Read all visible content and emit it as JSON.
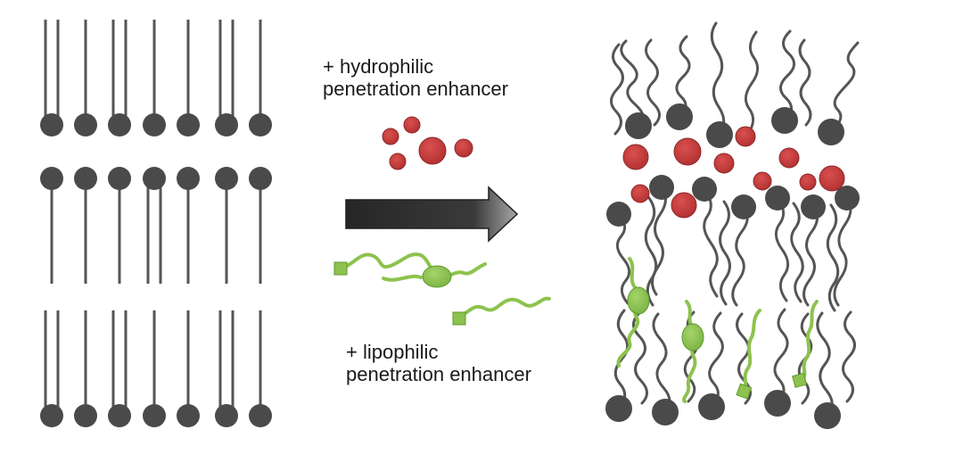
{
  "labels": {
    "hydrophilic_line1": "+ hydrophilic",
    "hydrophilic_line2": "penetration enhancer",
    "lipophilic_line1": "+ lipophilic",
    "lipophilic_line2": "penetration enhancer"
  },
  "colors": {
    "lipid_head": "#4a4a4a",
    "lipid_tail": "#555555",
    "hydrophilic_enhancer": "#c0393b",
    "hydrophilic_outline": "#8e2a2b",
    "lipophilic_enhancer": "#8dc24e",
    "lipophilic_dark": "#5e9a2e",
    "arrow_dark": "#2e2e2e",
    "arrow_light": "#9a9a9a"
  },
  "icons": {
    "arrow": "right-arrow-icon",
    "hydrophilic_molecule": "red-sphere-icon",
    "lipophilic_molecule": "green-chain-molecule-icon"
  }
}
